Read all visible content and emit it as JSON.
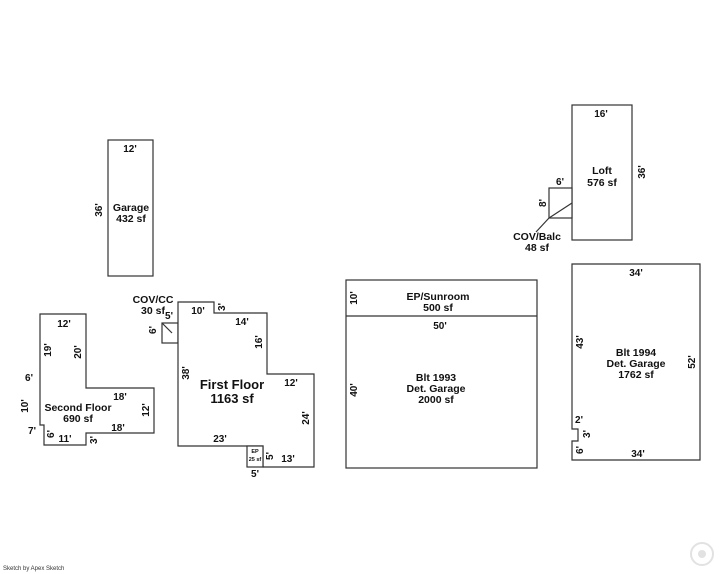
{
  "garage": {
    "top": "12'",
    "side": "36'",
    "name": "Garage",
    "area": "432 sf"
  },
  "loft": {
    "top": "16'",
    "side": "36'",
    "name": "Loft",
    "area": "576 sf"
  },
  "cov_balc": {
    "w": "6'",
    "h": "8'",
    "name": "COV/Balc",
    "area": "48 sf"
  },
  "sunroom": {
    "side": "10'",
    "name": "EP/Sunroom",
    "area": "500 sf"
  },
  "det_garage_1993": {
    "top": "50'",
    "side": "40'",
    "name1": "Blt 1993",
    "name2": "Det. Garage",
    "area": "2000 sf"
  },
  "det_garage_1994": {
    "top": "34'",
    "left": "43'",
    "right": "52'",
    "bottom": "34'",
    "notch_w": "2'",
    "notch_h": "3'",
    "lower": "6'",
    "name1": "Blt 1994",
    "name2": "Det. Garage",
    "area": "1762 sf"
  },
  "second_floor": {
    "top": "12'",
    "left_upper": "19'",
    "right_upper": "20'",
    "step": "6'",
    "left": "10'",
    "inner_right": "18'",
    "right": "12'",
    "bottom_right": "18'",
    "bottom_left_step": "7'",
    "step_small": "6'",
    "bottom": "11'",
    "bottom_small": "3'",
    "name": "Second Floor",
    "area": "690 sf"
  },
  "cov_cc": {
    "name": "COV/CC",
    "area": "30 sf",
    "w": "5'",
    "h": "6'"
  },
  "first_floor": {
    "top": "10'",
    "top_small": "3'",
    "top_right": "14'",
    "right_upper": "16'",
    "step": "12'",
    "left": "38'",
    "right": "24'",
    "bottom": "23'",
    "bottom_right": "13'",
    "ep_h": "5'",
    "ep_w": "5'",
    "name": "First Floor",
    "area": "1163 sf"
  },
  "ep_box": {
    "name": "EP",
    "area": "25 sf"
  },
  "credit": "Sketch by Apex Sketch"
}
